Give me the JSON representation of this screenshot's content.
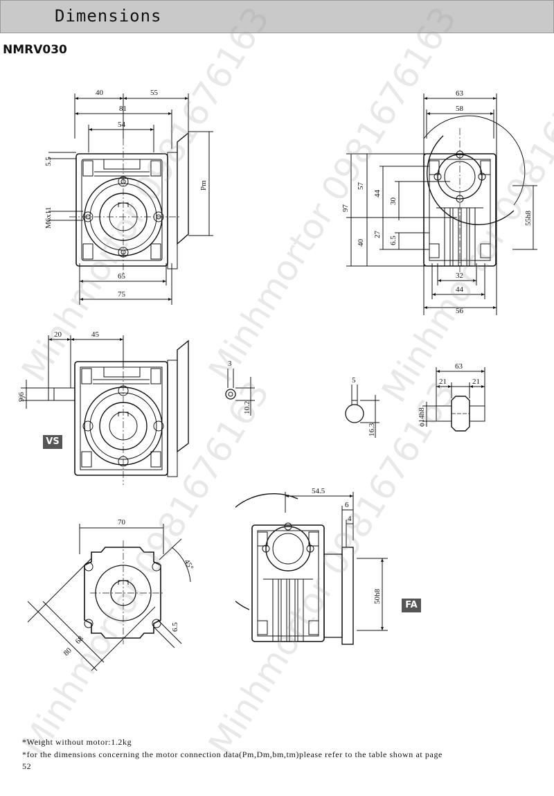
{
  "header": {
    "title": "Dimensions"
  },
  "model": "NMRV030",
  "tags": {
    "vs": "VS",
    "fa": "FA"
  },
  "watermark": "Minhmortor 0981676163",
  "dims": {
    "front": {
      "d40": "40",
      "d55": "55",
      "d81": "81",
      "d54": "54",
      "d5_5": "5.5",
      "m6x11": "M6x11",
      "d65": "65",
      "d75": "75",
      "pm": "Pm"
    },
    "key": {
      "bm": "bm",
      "tm": "tm",
      "dm": "Dm"
    },
    "side": {
      "d63": "63",
      "d58": "58",
      "d97": "97",
      "d57": "57",
      "d44": "44",
      "d30": "30",
      "d40": "40",
      "d27": "27",
      "d6_5": "6.5",
      "d55h8": "55h8",
      "d32": "32",
      "d44b": "44",
      "d56": "56"
    },
    "vs": {
      "d20": "20",
      "d45": "45",
      "d9j6": "9j6"
    },
    "shaftkey": {
      "d3": "3",
      "d10_2": "10.2"
    },
    "bore": {
      "d5": "5",
      "d16_3": "16.3"
    },
    "hollow": {
      "d63": "63",
      "d21a": "21",
      "d21b": "21",
      "d14h8": "ϕ14h8"
    },
    "flange": {
      "d70": "70",
      "d45deg": "45°",
      "d6_5": "6.5",
      "d68": "68",
      "d80": "80"
    },
    "fa": {
      "d54_5": "54.5",
      "d6": "6",
      "d4": "4",
      "d50h8": "50h8"
    }
  },
  "notes": {
    "weight": "*Weight without motor:1.2kg",
    "ref_line1": "*for the dimensions concerning the motor connection data(Pm,Dm,bm,tm)please refer to the table shown at page",
    "ref_line2": "52"
  }
}
